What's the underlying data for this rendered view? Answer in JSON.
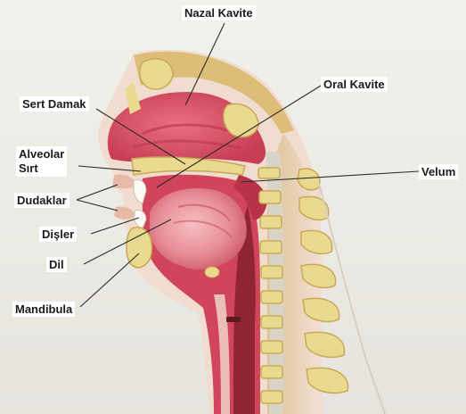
{
  "diagram": {
    "labels": {
      "nazal_kavite": "Nazal Kavite",
      "oral_kavite": "Oral Kavite",
      "sert_damak": "Sert Damak",
      "alveolar_line1": "Alveolar",
      "alveolar_line2": "Sırt",
      "velum": "Velum",
      "dudaklar": "Dudaklar",
      "disler": "Dişler",
      "dil": "Dil",
      "mandibula": "Mandibula"
    }
  },
  "colors": {
    "background": "#ecebe6",
    "skin": "#f1ddd0",
    "bone": "#e9da8f",
    "tissue": "#d1455a",
    "deep_tissue": "#a8303f",
    "leader_line": "#2b2b2b"
  }
}
